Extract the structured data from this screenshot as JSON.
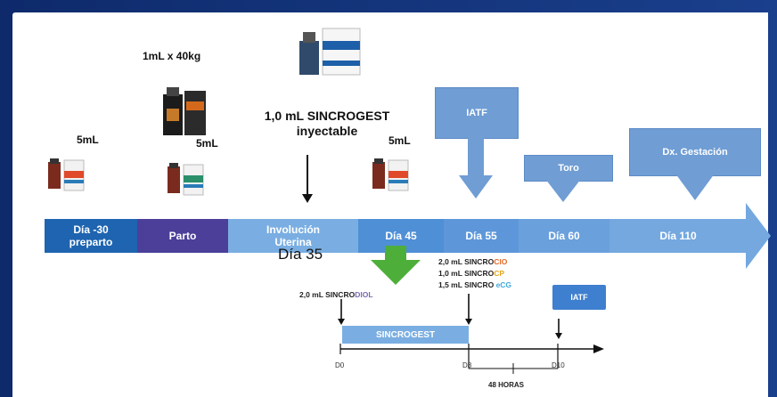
{
  "dose_labels": {
    "preparto": "5mL",
    "parto_top": "1mL x 40kg",
    "parto_right": "5mL",
    "dia45": "5mL"
  },
  "sincrogest_injection": {
    "line1": "1,0 mL SINCROGEST",
    "line2": "inyectable"
  },
  "timeline": {
    "segments": [
      {
        "line1": "Día -30",
        "line2": "preparto"
      },
      {
        "line1": "Parto",
        "line2": ""
      },
      {
        "line1": "Involución",
        "line2": "Uterina"
      },
      {
        "line1": "Día 45",
        "line2": ""
      },
      {
        "line1": "Día 55",
        "line2": ""
      },
      {
        "line1": "Día 60",
        "line2": ""
      },
      {
        "line1": "Día 110",
        "line2": ""
      }
    ]
  },
  "callouts": {
    "iatf": "IATF",
    "toro": "Toro",
    "gestacion": "Dx. Gestación"
  },
  "day35": "Día 35",
  "protocol": {
    "d0_dose_prefix": "2,0 mL SINCRO",
    "d0_dose_suffix": "DIOL",
    "d8_doses": [
      {
        "prefix": "2,0 mL SINCRO",
        "suffix": "CIO"
      },
      {
        "prefix": "1,0 mL SINCRO",
        "suffix": "CP"
      },
      {
        "prefix": "1,5 mL SINCRO ",
        "suffix": "eCG"
      }
    ],
    "device_label": "SINCROGEST",
    "iatf_label": "IATF",
    "ticks": [
      "D0",
      "D8",
      "D10"
    ],
    "duration_label": "48 HORAS"
  },
  "colors": {
    "seg_dark": "#1f64b0",
    "seg_purple": "#4b3f9a",
    "seg_light": "#6a9fd8",
    "seg_mid": "#4f8fd6",
    "green_arrow": "#4eae3a",
    "callout": "#6f9dd4",
    "cio": "#e06a2a",
    "cp": "#e2a51c",
    "ecg": "#3fa9dc",
    "diol": "#7a6ab0"
  }
}
